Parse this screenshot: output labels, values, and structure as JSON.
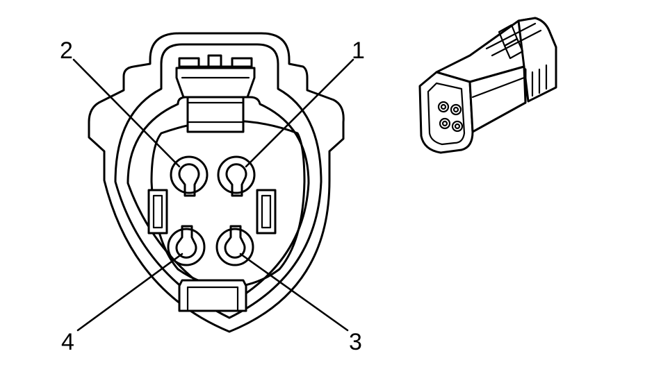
{
  "pins": [
    {
      "id": "1",
      "label": "1"
    },
    {
      "id": "2",
      "label": "2"
    },
    {
      "id": "3",
      "label": "3"
    },
    {
      "id": "4",
      "label": "4"
    }
  ],
  "colors": {
    "stroke": "#000000",
    "background": "#ffffff"
  }
}
